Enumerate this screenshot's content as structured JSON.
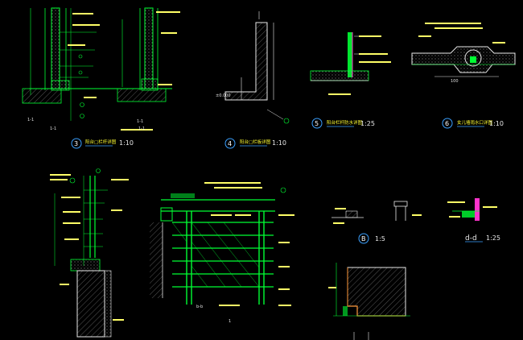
{
  "colors": {
    "background": "#000000",
    "primary_line": "#00ff33",
    "hatch": "#6a6a6a",
    "annotation": "#ffff66",
    "detail_marker": "#3aa0ff",
    "accent_magenta": "#ff33cc",
    "section_cut": "#ff9a3c",
    "text_white": "#e8e8e8"
  },
  "details": {
    "d3": {
      "number": "3",
      "title": "阳台□栏杆详图",
      "scale": "1:10"
    },
    "d4": {
      "number": "4",
      "title": "阳台□栏板详图",
      "scale": "1:10"
    },
    "d5": {
      "number": "5",
      "title": "阳台栏杆防水详图",
      "scale": "1:25"
    },
    "d6": {
      "number": "6",
      "title": "女儿墙雨水口详图",
      "scale": "1:10"
    },
    "dB": {
      "number": "B",
      "scale": "1:5"
    },
    "dd": {
      "label": "d-d",
      "scale": "1:25"
    }
  },
  "sections": {
    "s11_a": "1-1",
    "s11_b": "1-1",
    "sb": "b-b"
  }
}
